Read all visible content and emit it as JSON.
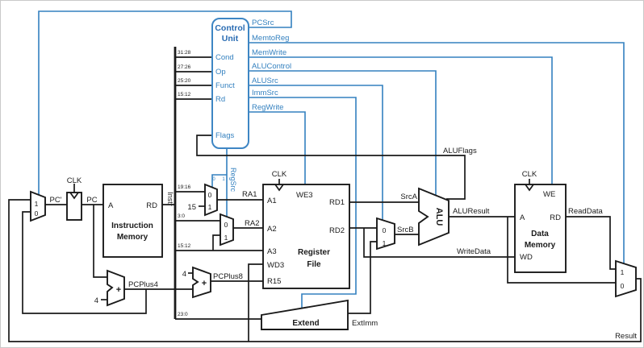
{
  "colors": {
    "control_blue": "#3380bf",
    "wire_black": "#1a1a1a",
    "background": "#ffffff"
  },
  "control_unit": {
    "title_line1": "Control",
    "title_line2": "Unit",
    "inputs": [
      "Cond",
      "Op",
      "Funct",
      "Rd",
      "Flags"
    ],
    "outputs": [
      "PCSrc",
      "MemtoReg",
      "MemWrite",
      "ALUControl",
      "ALUSrc",
      "ImmSrc",
      "RegWrite"
    ],
    "regsrc": {
      "label": "RegSrc",
      "bit0": "0",
      "bit1": "1"
    }
  },
  "bit_fields": {
    "cond": "31:28",
    "op": "27:26",
    "funct": "25:20",
    "rd": "15:12",
    "ra1": "19:16",
    "ra2": "3:0",
    "a3": "15:12",
    "imm": "23:0"
  },
  "instruction_memory": {
    "title_line1": "Instruction",
    "title_line2": "Memory",
    "port_a": "A",
    "port_rd": "RD"
  },
  "register_file": {
    "title_line1": "Register",
    "title_line2": "File",
    "port_a1": "A1",
    "port_a2": "A2",
    "port_a3": "A3",
    "port_wd3": "WD3",
    "port_r15": "R15",
    "port_we3": "WE3",
    "port_rd1": "RD1",
    "port_rd2": "RD2"
  },
  "data_memory": {
    "title_line1": "Data",
    "title_line2": "Memory",
    "port_a": "A",
    "port_rd": "RD",
    "port_wd": "WD",
    "port_we": "WE"
  },
  "alu_label": "ALU",
  "extend_label": "Extend",
  "adder_plus": "+",
  "signals": {
    "clk": "CLK",
    "pc_next": "PC'",
    "pc": "PC",
    "instr": "Instr",
    "pcplus4": "PCPlus4",
    "pcplus8": "PCPlus8",
    "ra1": "RA1",
    "ra2": "RA2",
    "src_a": "SrcA",
    "src_b": "SrcB",
    "alu_result": "ALUResult",
    "alu_flags": "ALUFlags",
    "write_data": "WriteData",
    "read_data": "ReadData",
    "ext_imm": "ExtImm",
    "result": "Result"
  },
  "constants": {
    "four": "4",
    "fifteen": "15"
  },
  "mux_values": {
    "zero": "0",
    "one": "1"
  }
}
